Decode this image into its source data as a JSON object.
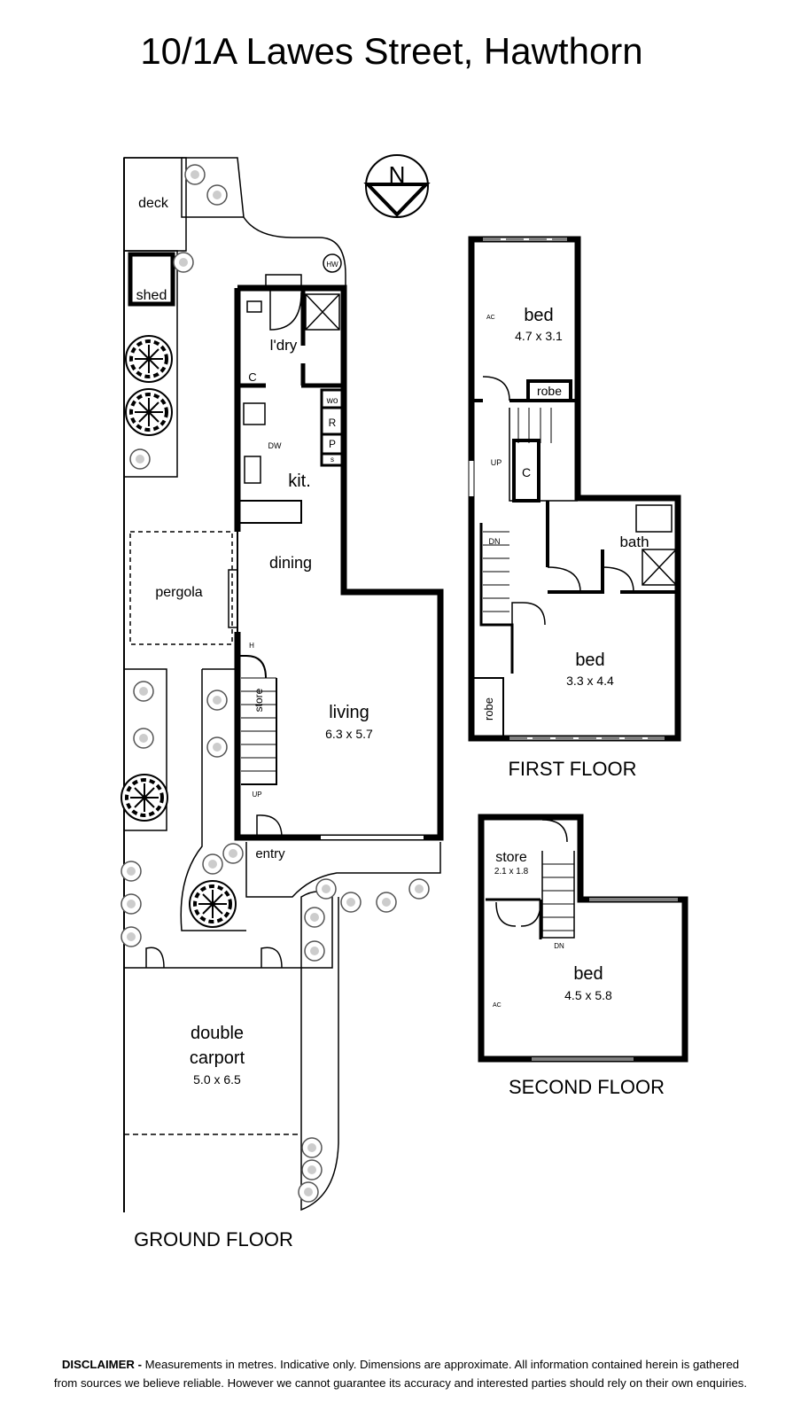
{
  "title": "10/1A Lawes Street, Hawthorn",
  "compass": {
    "label": "N"
  },
  "ground_floor": {
    "heading": "GROUND FLOOR",
    "deck": "deck",
    "shed": "shed",
    "hw": "HW",
    "laundry": "l'dry",
    "cupboard": "C",
    "wo": "wo",
    "r": "R",
    "p": "P",
    "s": "s",
    "dw": "DW",
    "kitchen": "kit.",
    "dining": "dining",
    "pergola": "pergola",
    "h": "H",
    "store": "store",
    "up": "UP",
    "living": "living",
    "living_size": "6.3 x 5.7",
    "entry": "entry",
    "carport_1": "double",
    "carport_2": "carport",
    "carport_size": "5.0 x 6.5"
  },
  "first_floor": {
    "heading": "FIRST FLOOR",
    "bed1": "bed",
    "bed1_size": "4.7 x 3.1",
    "ac": "AC",
    "robe1": "robe",
    "up": "UP",
    "cupboard": "C",
    "dn": "DN",
    "bath": "bath",
    "bed2": "bed",
    "bed2_size": "3.3 x 4.4",
    "robe2": "robe"
  },
  "second_floor": {
    "heading": "SECOND FLOOR",
    "store": "store",
    "store_size": "2.1 x 1.8",
    "dn": "DN",
    "bed": "bed",
    "bed_size": "4.5 x 5.8",
    "ac": "AC"
  },
  "disclaimer": {
    "bold": "DISCLAIMER -",
    "line1": " Measurements in metres. Indicative only. Dimensions are approximate. All information contained herein is gathered",
    "line2": "from sources we believe reliable. However we cannot guarantee its accuracy and interested parties should rely on their own enquiries."
  }
}
